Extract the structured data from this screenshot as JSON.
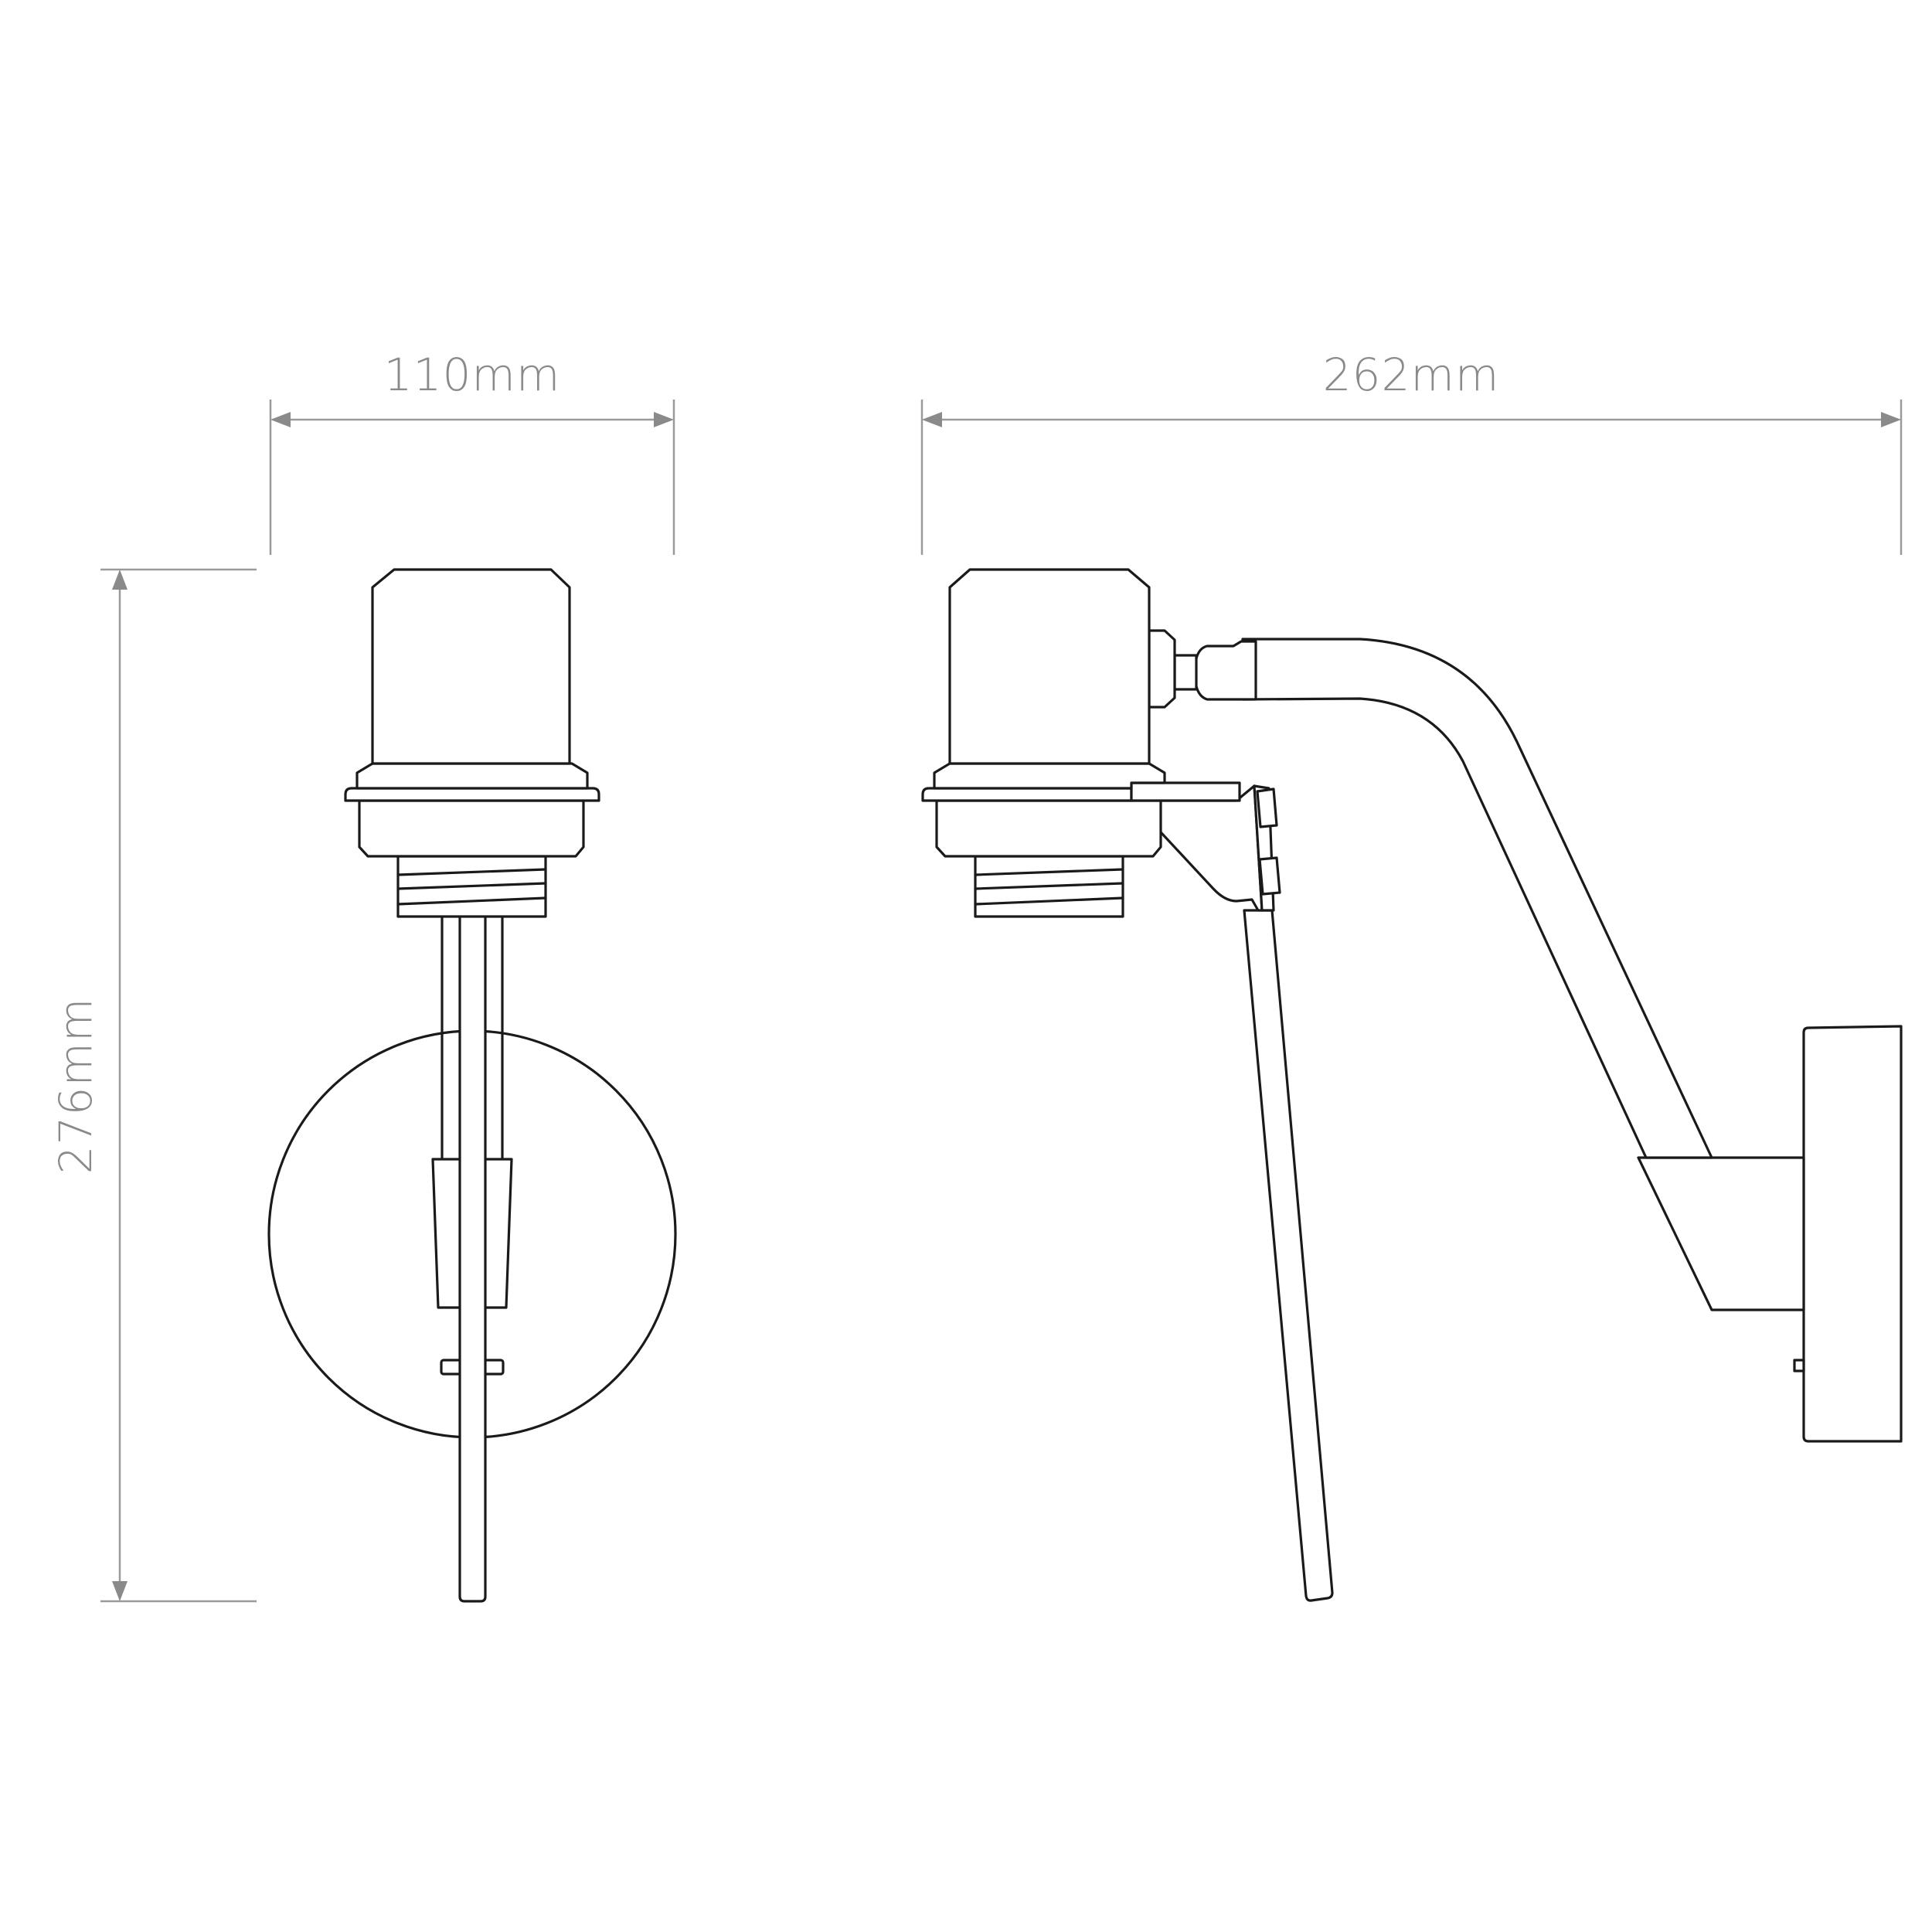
{
  "dimensions": {
    "front_width": "110mm",
    "side_depth": "262mm",
    "height": "276mm"
  },
  "colors": {
    "dimension": "#8a8a8a",
    "outline": "#1a1a1a",
    "background": "#ffffff"
  }
}
